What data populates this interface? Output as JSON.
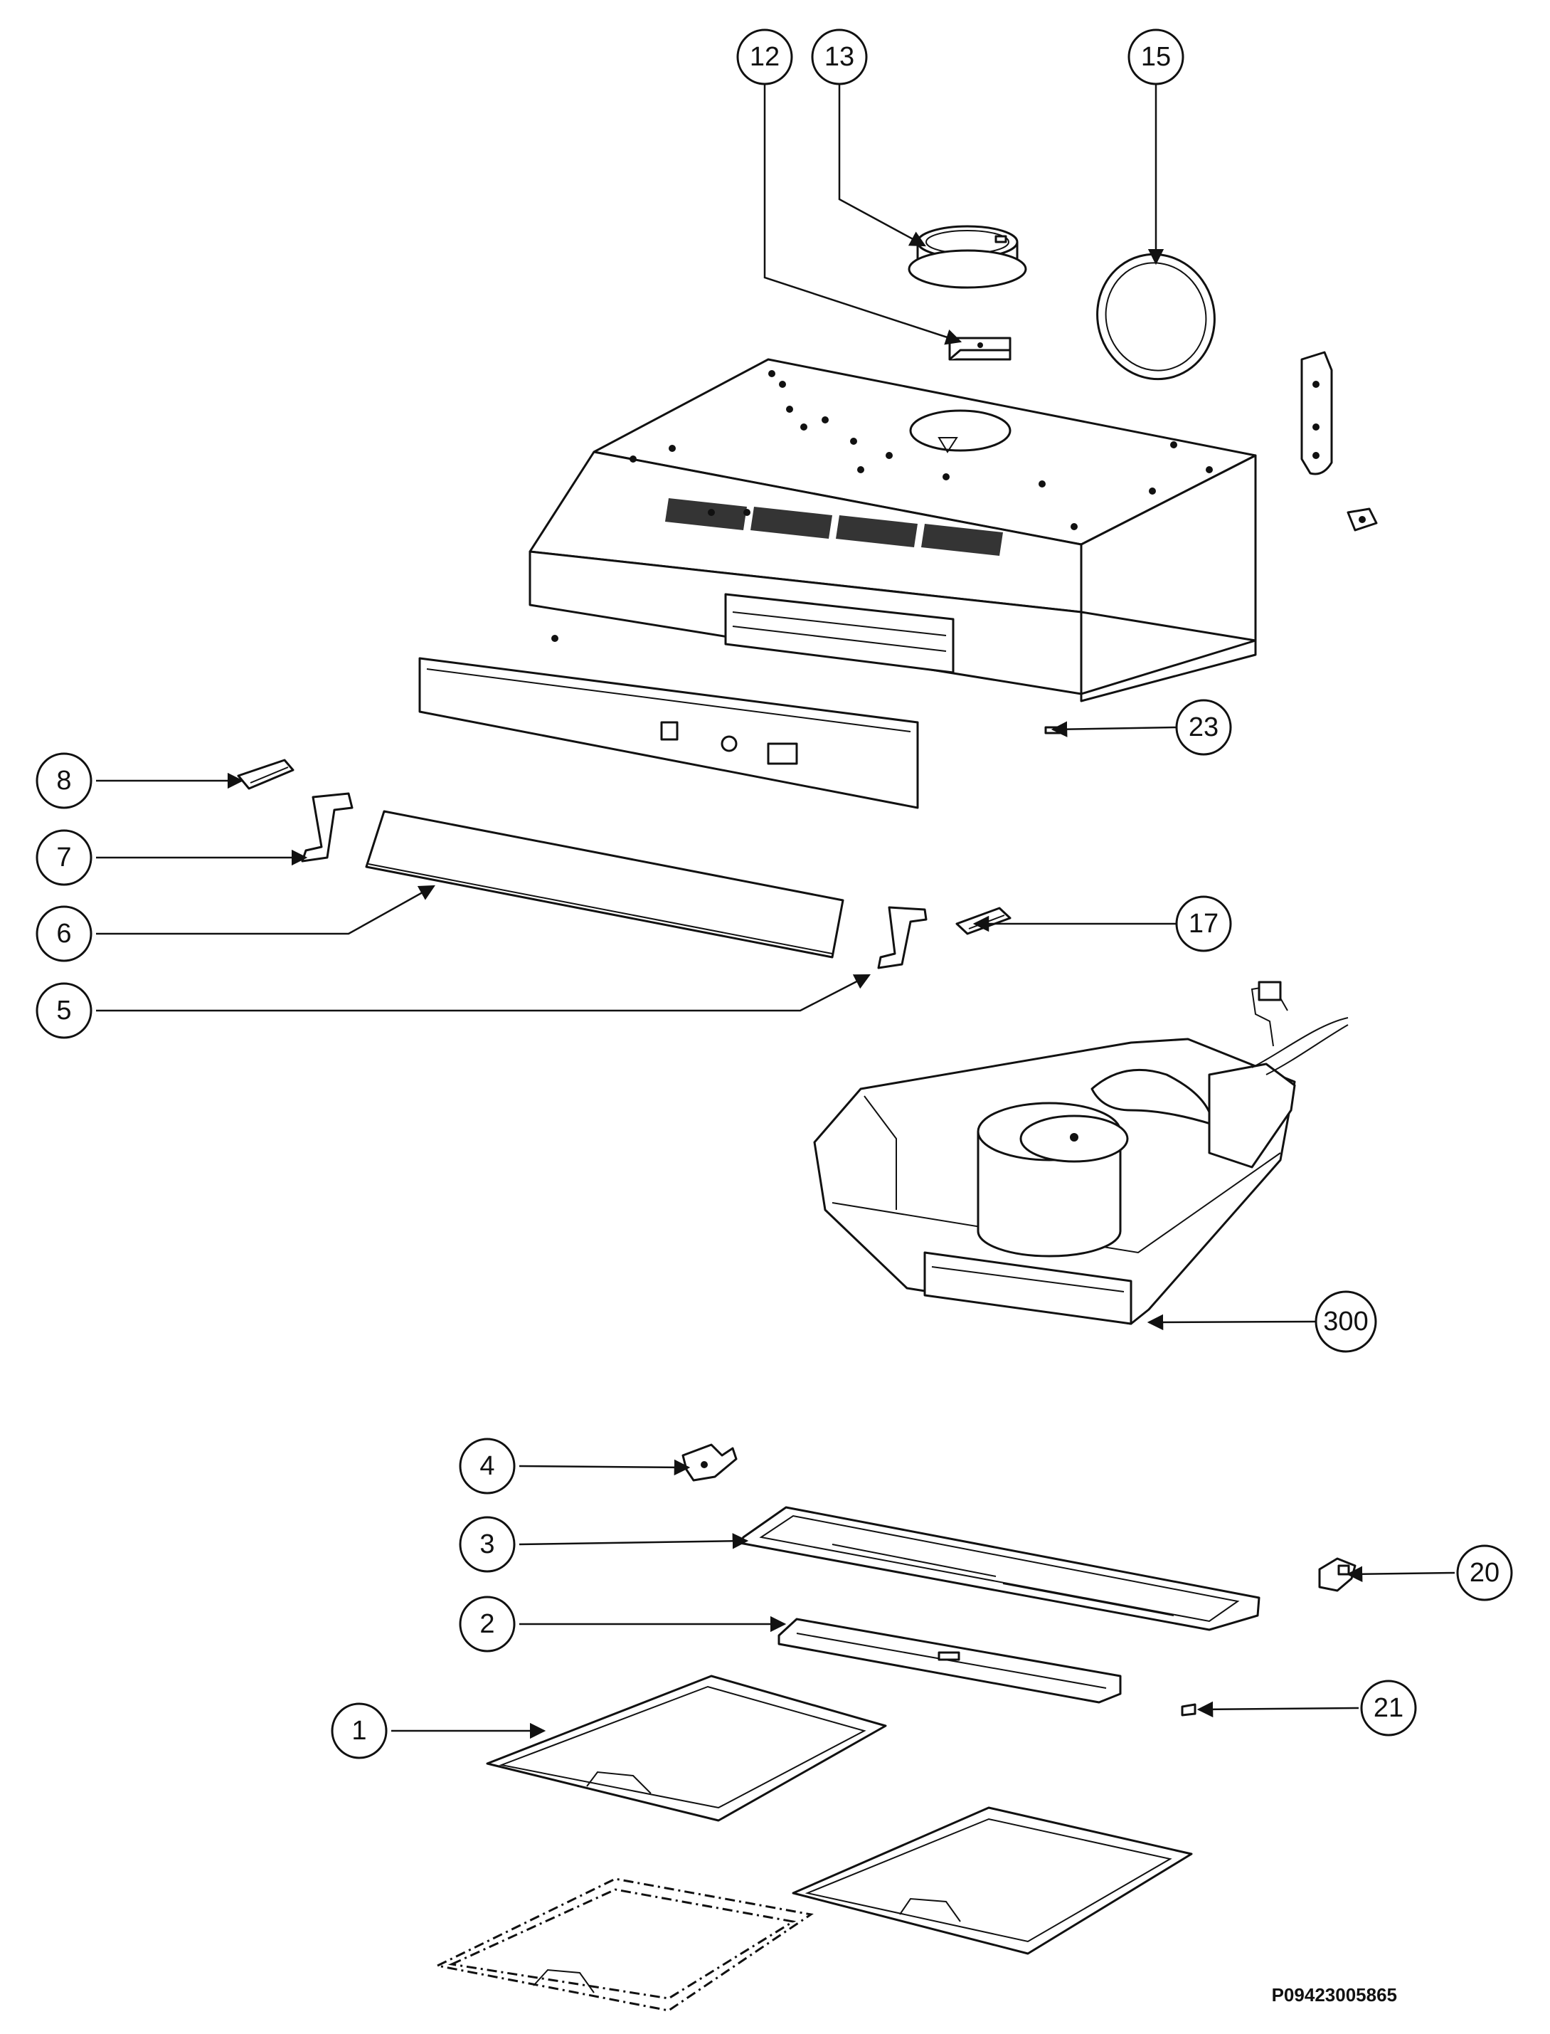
{
  "callouts": [
    {
      "label": "12"
    },
    {
      "label": "13"
    },
    {
      "label": "15"
    },
    {
      "label": "23"
    },
    {
      "label": "8"
    },
    {
      "label": "7"
    },
    {
      "label": "6"
    },
    {
      "label": "17"
    },
    {
      "label": "5"
    },
    {
      "label": "300"
    },
    {
      "label": "4"
    },
    {
      "label": "3"
    },
    {
      "label": "20"
    },
    {
      "label": "2"
    },
    {
      "label": "21"
    },
    {
      "label": "1"
    }
  ],
  "document_code": "P09423005865"
}
